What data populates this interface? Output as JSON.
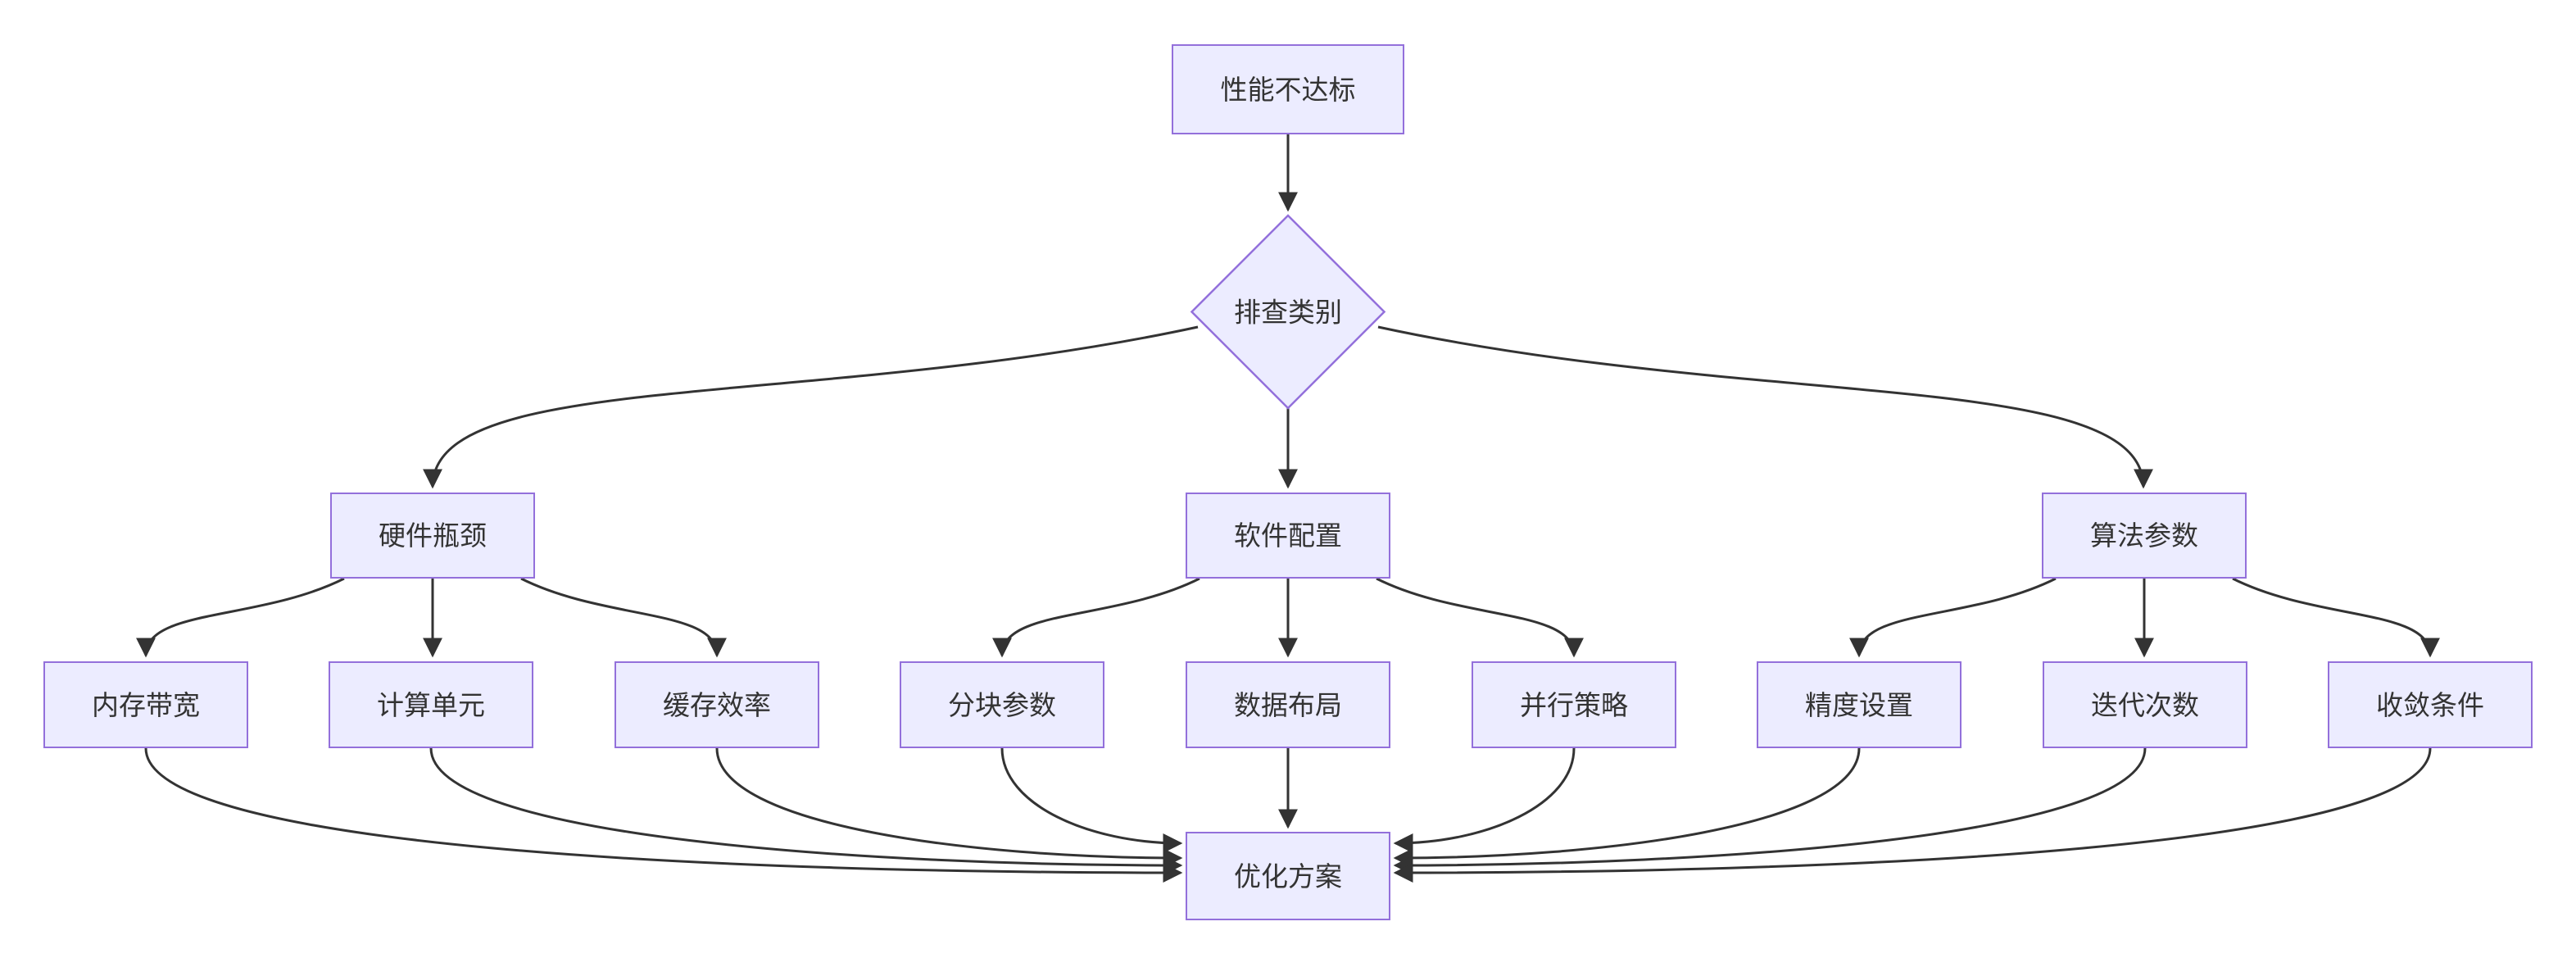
{
  "diagram": {
    "type": "flowchart",
    "direction": "top-down",
    "colors": {
      "node_fill": "#ECECFF",
      "node_border": "#9370DB",
      "edge": "#333333",
      "text": "#333333",
      "background": "#FFFFFF"
    },
    "nodes": {
      "start": {
        "label": "性能不达标",
        "shape": "rect"
      },
      "decision": {
        "label": "排查类别",
        "shape": "diamond"
      },
      "hardware": {
        "label": "硬件瓶颈",
        "shape": "rect"
      },
      "software": {
        "label": "软件配置",
        "shape": "rect"
      },
      "algorithm": {
        "label": "算法参数",
        "shape": "rect"
      },
      "mem_bandwidth": {
        "label": "内存带宽",
        "shape": "rect"
      },
      "compute_unit": {
        "label": "计算单元",
        "shape": "rect"
      },
      "cache_efficiency": {
        "label": "缓存效率",
        "shape": "rect"
      },
      "block_params": {
        "label": "分块参数",
        "shape": "rect"
      },
      "data_layout": {
        "label": "数据布局",
        "shape": "rect"
      },
      "parallel_strategy": {
        "label": "并行策略",
        "shape": "rect"
      },
      "precision": {
        "label": "精度设置",
        "shape": "rect"
      },
      "iterations": {
        "label": "迭代次数",
        "shape": "rect"
      },
      "convergence": {
        "label": "收敛条件",
        "shape": "rect"
      },
      "result": {
        "label": "优化方案",
        "shape": "rect"
      }
    },
    "edges": [
      {
        "from": "性能不达标",
        "to": "排查类别"
      },
      {
        "from": "排查类别",
        "to": "硬件瓶颈"
      },
      {
        "from": "排查类别",
        "to": "软件配置"
      },
      {
        "from": "排查类别",
        "to": "算法参数"
      },
      {
        "from": "硬件瓶颈",
        "to": "内存带宽"
      },
      {
        "from": "硬件瓶颈",
        "to": "计算单元"
      },
      {
        "from": "硬件瓶颈",
        "to": "缓存效率"
      },
      {
        "from": "软件配置",
        "to": "分块参数"
      },
      {
        "from": "软件配置",
        "to": "数据布局"
      },
      {
        "from": "软件配置",
        "to": "并行策略"
      },
      {
        "from": "算法参数",
        "to": "精度设置"
      },
      {
        "from": "算法参数",
        "to": "迭代次数"
      },
      {
        "from": "算法参数",
        "to": "收敛条件"
      },
      {
        "from": "内存带宽",
        "to": "优化方案"
      },
      {
        "from": "计算单元",
        "to": "优化方案"
      },
      {
        "from": "缓存效率",
        "to": "优化方案"
      },
      {
        "from": "分块参数",
        "to": "优化方案"
      },
      {
        "from": "数据布局",
        "to": "优化方案"
      },
      {
        "from": "并行策略",
        "to": "优化方案"
      },
      {
        "from": "精度设置",
        "to": "优化方案"
      },
      {
        "from": "迭代次数",
        "to": "优化方案"
      },
      {
        "from": "收敛条件",
        "to": "优化方案"
      }
    ]
  }
}
